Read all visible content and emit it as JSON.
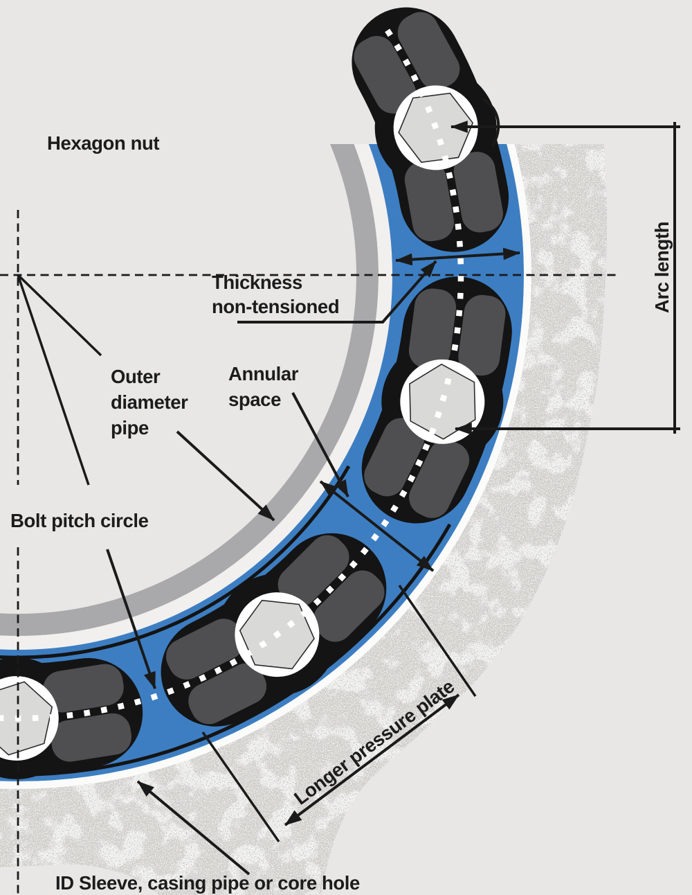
{
  "labels": {
    "hexagon_nut": "Hexagon nut",
    "thickness_line1": "Thickness",
    "thickness_line2": "non-tensioned",
    "outer_diameter_line1": "Outer",
    "outer_diameter_line2": "diameter",
    "outer_diameter_line3": "pipe",
    "annular_line1": "Annular",
    "annular_line2": "space",
    "bolt_pitch_circle": "Bolt pitch circle",
    "arc_length": "Arc length",
    "longer_pressure_plate": "Longer pressure plate",
    "id_sleeve": "ID Sleeve, casing pipe or core hole"
  },
  "colors": {
    "background": "#e8e7e6",
    "pipe_gray": "#a9a9ab",
    "pipe_gap": "#f1f0ef",
    "annular_blue": "#3d7ec2",
    "sleeve_white": "#fbfbfa",
    "concrete_base": "#d2d1cd",
    "seal_black": "#141414",
    "lobe_gray": "#4f4f51",
    "washer_white": "#ffffff",
    "nut_gray": "#d9d9d8",
    "line_black": "#1a1a1a",
    "dot_white": "#ffffff"
  }
}
